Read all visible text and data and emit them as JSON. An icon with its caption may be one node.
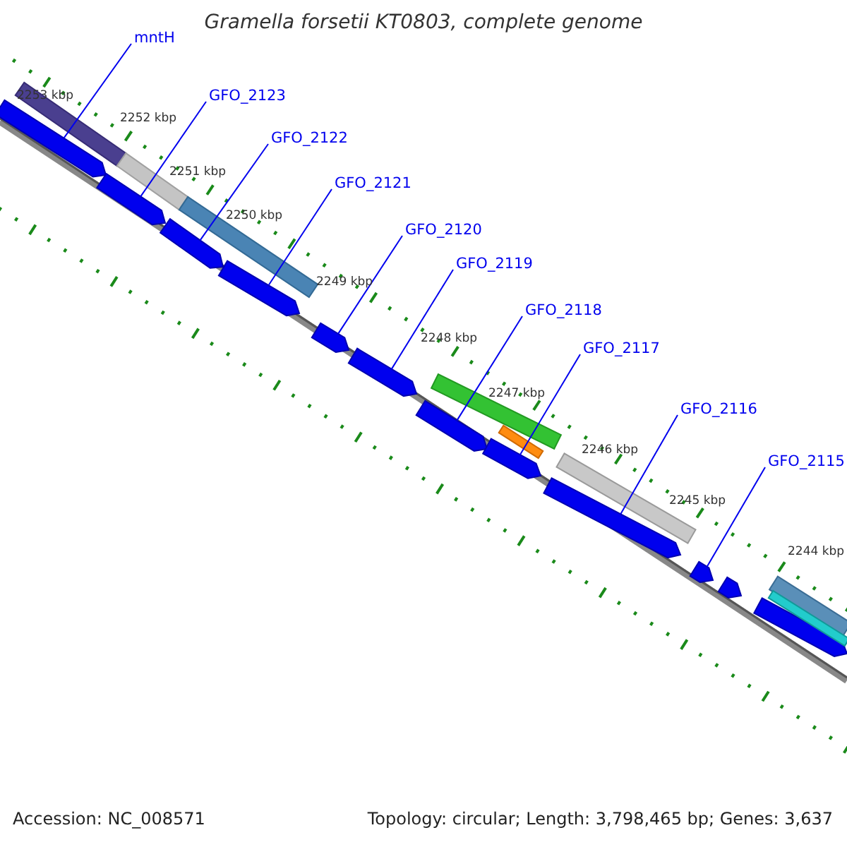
{
  "diagram": {
    "title": "Gramella forsetii KT0803, complete genome",
    "nodes": [
      {
        "text": [
          "mntH"
        ]
      },
      {
        "text": [
          "GFO_2123"
        ]
      },
      {
        "text": [
          "GFO_2122"
        ]
      },
      {
        "text": [
          "GFO_2121"
        ]
      },
      {
        "text": [
          "GFO_2120"
        ]
      },
      {
        "text": [
          "GFO_2119"
        ]
      },
      {
        "text": [
          "GFO_2118"
        ]
      },
      {
        "text": [
          "GFO_2117"
        ]
      },
      {
        "text": [
          "GFO_2116"
        ]
      },
      {
        "text": [
          "GFO_2115"
        ]
      },
      {
        "text": [],
        "shape": "bar"
      },
      {
        "text": [],
        "shape": "bar"
      },
      {
        "text": [],
        "shape": "bar"
      },
      {
        "text": [],
        "shape": "bar"
      },
      {
        "text": [],
        "shape": "bar"
      },
      {
        "text": [],
        "shape": "bar"
      },
      {
        "text": [],
        "shape": "bar"
      },
      {
        "text": [],
        "shape": "bar"
      },
      {
        "text": [],
        "shape": "bar"
      },
      {
        "text": [],
        "shape": "bar"
      },
      {
        "text": [],
        "shape": "bar"
      },
      {
        "text": [],
        "shape": "bar"
      },
      {
        "text": [],
        "shape": "bar"
      },
      {
        "text": [],
        "shape": "bar"
      },
      {
        "text": [],
        "shape": "bar"
      },
      {
        "text": [],
        "shape": "bar"
      },
      {
        "text": [],
        "shape": "bar"
      },
      {
        "text": [],
        "shape": "bar"
      },
      {
        "text": [],
        "shape": "bar"
      },
      {
        "text": [],
        "shape": "bar"
      }
    ],
    "edges": [
      {
        "from": 0,
        "to": 10,
        "arrow": "none"
      },
      {
        "from": 1,
        "to": 11,
        "arrow": "none"
      },
      {
        "from": 2,
        "to": 12,
        "arrow": "none"
      },
      {
        "from": 3,
        "to": 13,
        "arrow": "none"
      },
      {
        "from": 4,
        "to": 14,
        "arrow": "none"
      },
      {
        "from": 5,
        "to": 15,
        "arrow": "none"
      },
      {
        "from": 6,
        "to": 16,
        "arrow": "none"
      },
      {
        "from": 7,
        "to": 17,
        "arrow": "none"
      },
      {
        "from": 8,
        "to": 18,
        "arrow": "none"
      },
      {
        "from": 9,
        "to": 19,
        "arrow": "none"
      }
    ],
    "labels": [
      "2253 kbp",
      "2252 kbp",
      "2251 kbp",
      "2250 kbp",
      "2249 kbp",
      "2248 kbp",
      "2247 kbp",
      "2246 kbp",
      "2245 kbp",
      "2244 kbp",
      "Accession: NC_008571",
      "Topology: circular; Length: 3,798,465 bp; Genes: 3,637"
    ]
  }
}
